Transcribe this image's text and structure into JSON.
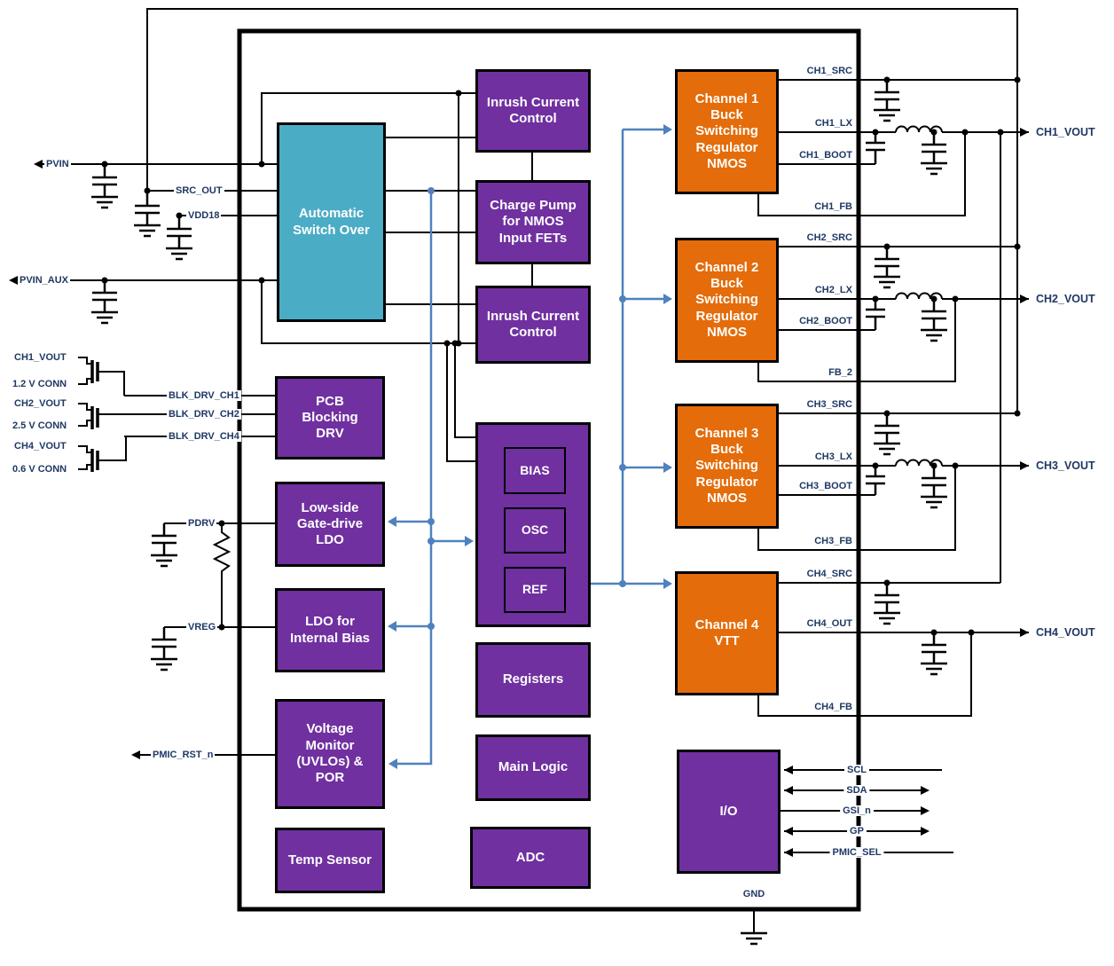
{
  "diagram_title": "PMIC Functional Block Diagram",
  "colors": {
    "block_purple": "#7030A0",
    "block_teal": "#4BACC6",
    "block_orange": "#E46C0A",
    "wire_black": "#000000",
    "wire_blue": "#4F81BD",
    "label_navy": "#1F3864"
  },
  "blocks": {
    "aso": "Automatic\nSwitch Over",
    "inrush1": "Inrush Current\nControl",
    "charge_pump": "Charge Pump\nfor NMOS\nInput FETs",
    "inrush2": "Inrush Current\nControl",
    "pcb_blocking_drv": "PCB\nBlocking\nDRV",
    "low_side_ldo": "Low-side\nGate-drive\nLDO",
    "ldo_internal_bias": "LDO for\nInternal Bias",
    "voltage_monitor": "Voltage\nMonitor\n(UVLOs) &\nPOR",
    "temp_sensor": "Temp Sensor",
    "bias": "BIAS",
    "osc": "OSC",
    "ref": "REF",
    "registers": "Registers",
    "main_logic": "Main Logic",
    "adc": "ADC",
    "ch1": "Channel 1\nBuck\nSwitching\nRegulator\nNMOS",
    "ch2": "Channel 2\nBuck\nSwitching\nRegulator\nNMOS",
    "ch3": "Channel 3\nBuck\nSwitching\nRegulator\nNMOS",
    "ch4": "Channel 4\nVTT",
    "io": "I/O"
  },
  "nets": {
    "pvin": "PVIN",
    "src_out": "SRC_OUT",
    "vdd18": "VDD18",
    "pvin_aux": "PVIN_AUX",
    "ch1_vout_left": "CH1_VOUT",
    "conn_1v2": "1.2 V CONN",
    "ch2_vout_left": "CH2_VOUT",
    "conn_2v5": "2.5 V CONN",
    "ch4_vout_left": "CH4_VOUT",
    "conn_0v6": "0.6 V CONN",
    "blk_drv_ch1": "BLK_DRV_CH1",
    "blk_drv_ch2": "BLK_DRV_CH2",
    "blk_drv_ch4": "BLK_DRV_CH4",
    "pdrv": "PDRV",
    "vreg": "VREG",
    "pmic_rst_n": "PMIC_RST_n",
    "ch1_src": "CH1_SRC",
    "ch1_lx": "CH1_LX",
    "ch1_boot": "CH1_BOOT",
    "ch1_fb": "CH1_FB",
    "ch1_vout": "CH1_VOUT",
    "ch2_src": "CH2_SRC",
    "ch2_lx": "CH2_LX",
    "ch2_boot": "CH2_BOOT",
    "fb_2": "FB_2",
    "ch2_vout": "CH2_VOUT",
    "ch3_src": "CH3_SRC",
    "ch3_lx": "CH3_LX",
    "ch3_boot": "CH3_BOOT",
    "ch3_fb": "CH3_FB",
    "ch3_vout": "CH3_VOUT",
    "ch4_src": "CH4_SRC",
    "ch4_out": "CH4_OUT",
    "ch4_fb": "CH4_FB",
    "ch4_vout": "CH4_VOUT",
    "scl": "SCL",
    "sda": "SDA",
    "gsi_n": "GSI_n",
    "gp": "GP",
    "pmic_sel": "PMIC_SEL",
    "gnd": "GND"
  }
}
